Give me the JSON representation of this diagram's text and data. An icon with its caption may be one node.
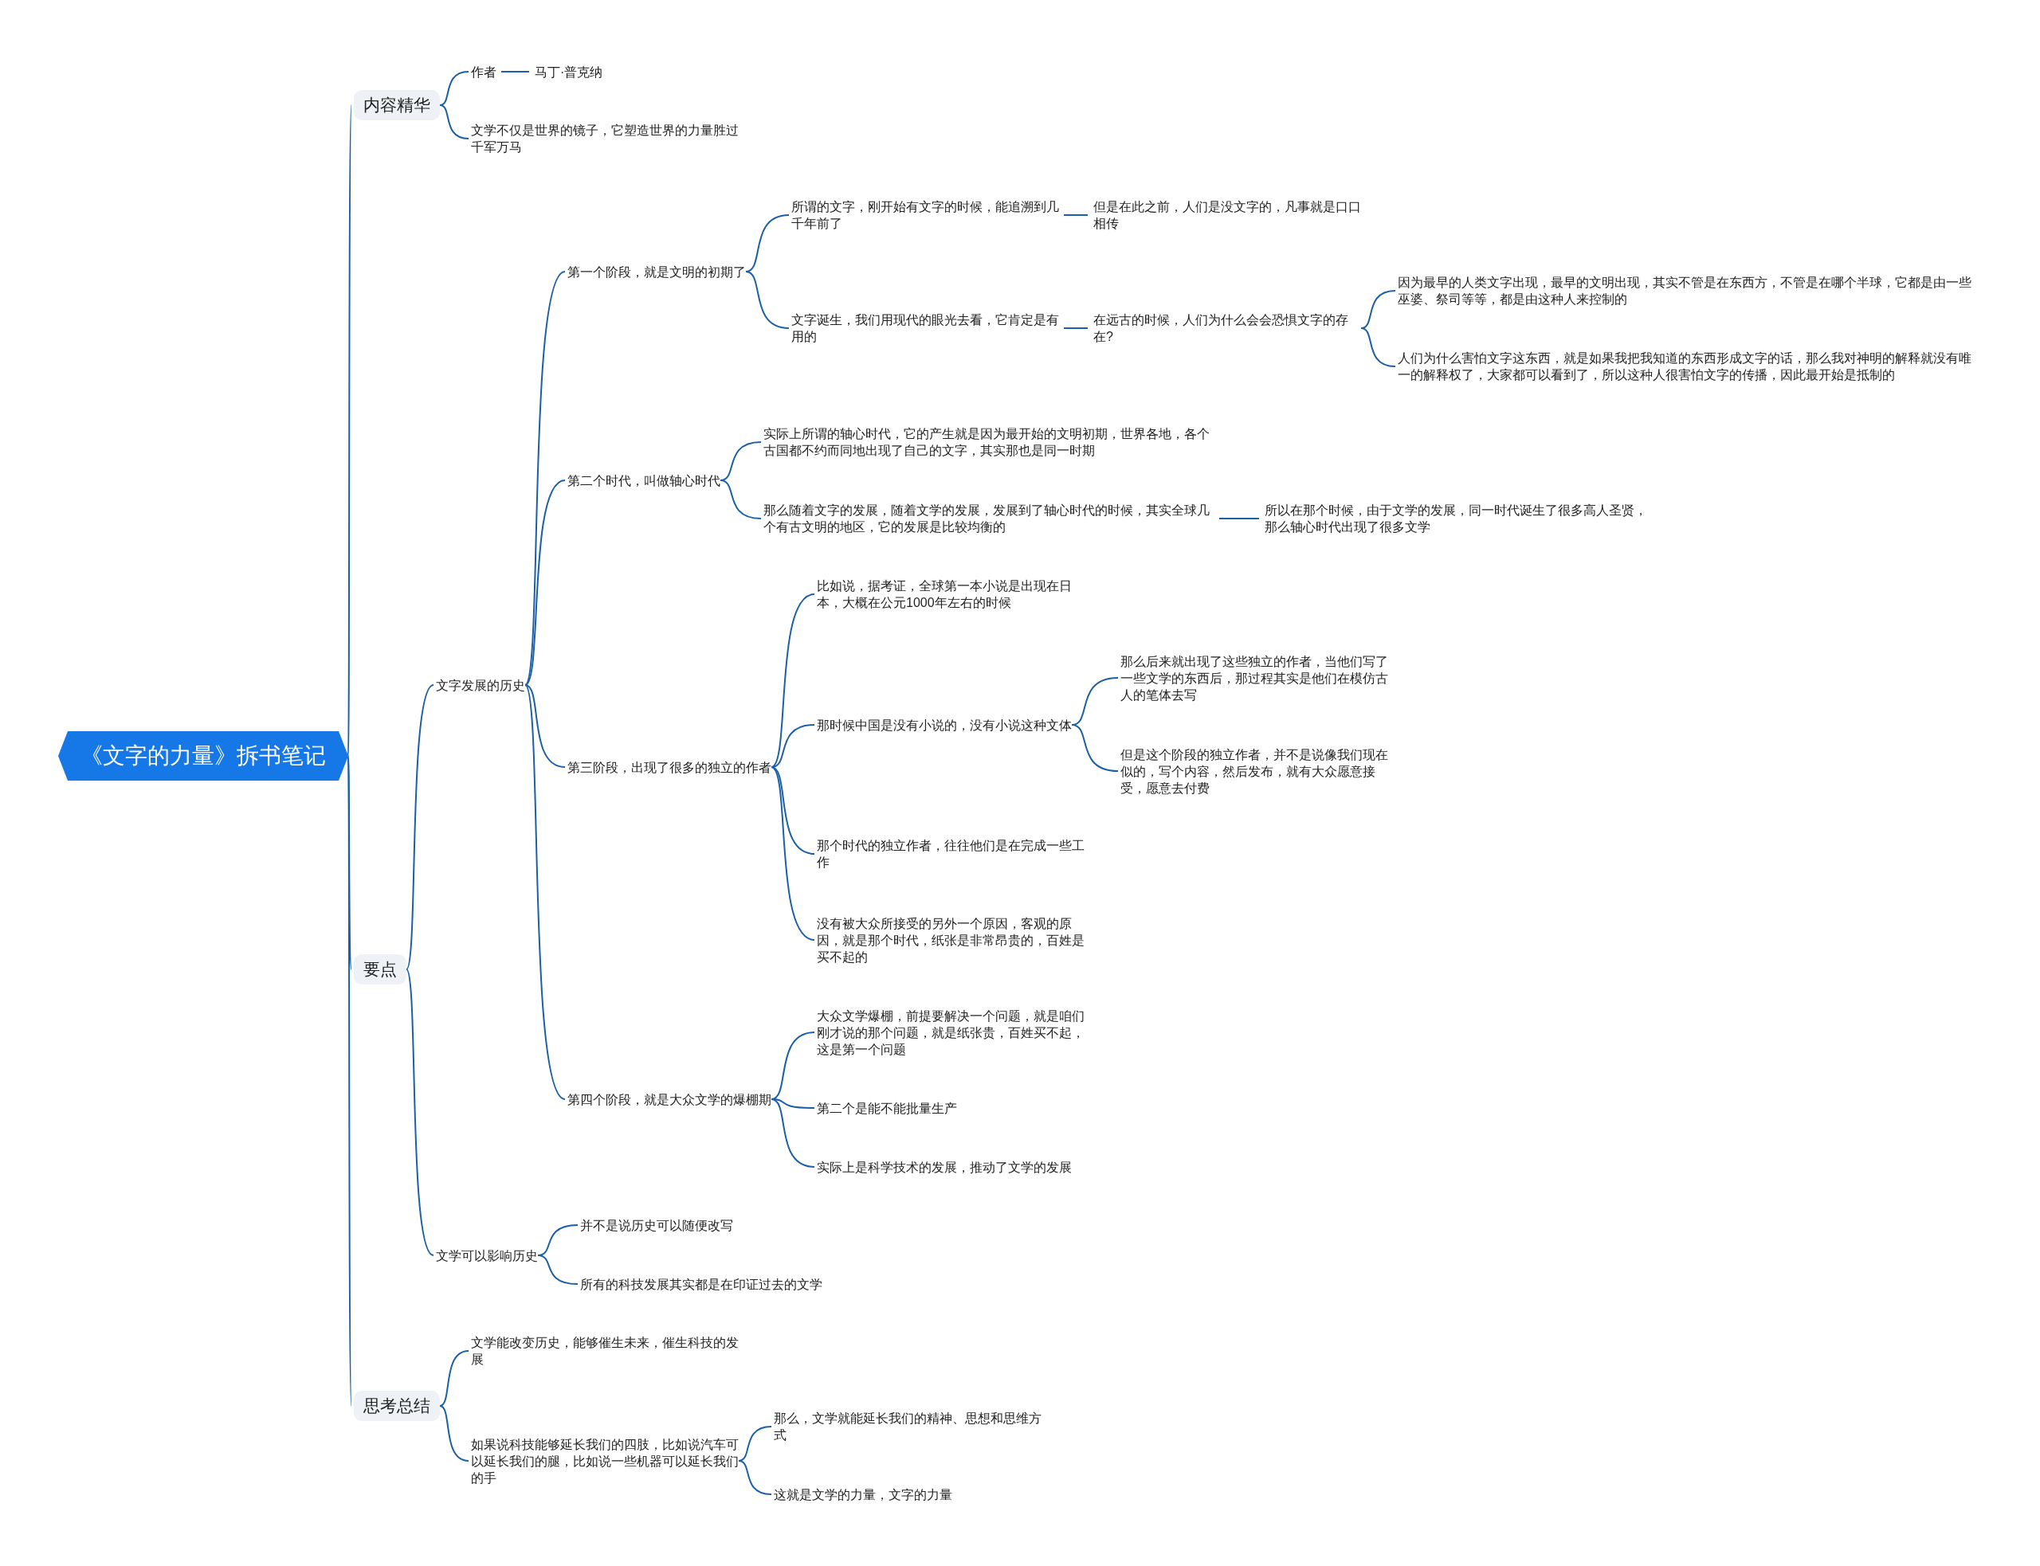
{
  "diagram": {
    "nodes": [
      {
        "text": [
          "《文字的力量》拆书笔记"
        ]
      },
      {
        "text": [
          "内容精华"
        ]
      },
      {
        "text": [
          "作者"
        ]
      },
      {
        "text": [
          "马丁·普克纳"
        ]
      },
      {
        "text": [
          "文学不仅是世界的镜子，它塑造世界的力量胜过千军万马"
        ]
      },
      {
        "text": [
          "要点"
        ]
      },
      {
        "text": [
          "文字发展的历史"
        ]
      },
      {
        "text": [
          "第一个阶段，就是文明的初期了"
        ]
      },
      {
        "text": [
          "所谓的文字，刚开始有文字的时候，能追溯到几千年前了"
        ]
      },
      {
        "text": [
          "但是在此之前，人们是没文字的，凡事就是口口相传"
        ]
      },
      {
        "text": [
          "文字诞生，我们用现代的眼光去看，它肯定是有用的"
        ]
      },
      {
        "text": [
          "在远古的时候，人们为什么会会恐惧文字的存在?"
        ]
      },
      {
        "text": [
          "因为最早的人类文字出现，最早的文明出现，其实不管是在东西方，不管是在哪个半球，它都是由一些巫婆、祭司等等，都是由这种人来控制的"
        ]
      },
      {
        "text": [
          "人们为什么害怕文字这东西，就是如果我把我知道的东西形成文字的话，那么我对神明的解释就没有唯一的解释权了，大家都可以看到了，所以这种人很害怕文字的传播，因此最开始是抵制的"
        ]
      },
      {
        "text": [
          "第二个时代，叫做轴心时代"
        ]
      },
      {
        "text": [
          "实际上所谓的轴心时代，它的产生就是因为最开始的文明初期，世界各地，各个古国都不约而同地出现了自己的文字，其实那也是同一时期"
        ]
      },
      {
        "text": [
          "那么随着文字的发展，随着文学的发展，发展到了轴心时代的时候，其实全球几个有古文明的地区，它的发展是比较均衡的"
        ]
      },
      {
        "text": [
          "所以在那个时候，由于文学的发展，同一时代诞生了很多高人圣贤，那么轴心时代出现了很多文学"
        ]
      },
      {
        "text": [
          "第三阶段，出现了很多的独立的作者"
        ]
      },
      {
        "text": [
          "比如说，据考证，全球第一本小说是出现在日本，大概在公元1000年左右的时候"
        ]
      },
      {
        "text": [
          "那时候中国是没有小说的，没有小说这种文体"
        ]
      },
      {
        "text": [
          "那么后来就出现了这些独立的作者，当他们写了一些文学的东西后，那过程其实是他们在模仿古人的笔体去写"
        ]
      },
      {
        "text": [
          "但是这个阶段的独立作者，并不是说像我们现在似的，写个内容，然后发布，就有大众愿意接受，愿意去付费"
        ]
      },
      {
        "text": [
          "那个时代的独立作者，往往他们是在完成一些工作"
        ]
      },
      {
        "text": [
          "没有被大众所接受的另外一个原因，客观的原因，就是那个时代，纸张是非常昂贵的，百姓是买不起的"
        ]
      },
      {
        "text": [
          "第四个阶段，就是大众文学的爆棚期"
        ]
      },
      {
        "text": [
          "大众文学爆棚，前提要解决一个问题，就是咱们刚才说的那个问题，就是纸张贵，百姓买不起，这是第一个问题"
        ]
      },
      {
        "text": [
          "第二个是能不能批量生产"
        ]
      },
      {
        "text": [
          "实际上是科学技术的发展，推动了文学的发展"
        ]
      },
      {
        "text": [
          "文学可以影响历史"
        ]
      },
      {
        "text": [
          "并不是说历史可以随便改写"
        ]
      },
      {
        "text": [
          "所有的科技发展其实都是在印证过去的文学"
        ]
      },
      {
        "text": [
          "思考总结"
        ]
      },
      {
        "text": [
          "文学能改变历史，能够催生未来，催生科技的发展"
        ]
      },
      {
        "text": [
          "如果说科技能够延长我们的四肢，比如说汽车可以延长我们的腿，比如说一些机器可以延长我们的手"
        ]
      },
      {
        "text": [
          "那么，文学就能延长我们的精神、思想和思维方式"
        ]
      },
      {
        "text": [
          "这就是文学的力量，文字的力量"
        ]
      }
    ],
    "edges": [
      {
        "from": 0,
        "to": 1,
        "arrow": "none"
      },
      {
        "from": 1,
        "to": 2,
        "arrow": "none"
      },
      {
        "from": 2,
        "to": 3,
        "arrow": "none"
      },
      {
        "from": 1,
        "to": 4,
        "arrow": "none"
      },
      {
        "from": 0,
        "to": 5,
        "arrow": "none"
      },
      {
        "from": 5,
        "to": 6,
        "arrow": "none"
      },
      {
        "from": 6,
        "to": 7,
        "arrow": "none"
      },
      {
        "from": 7,
        "to": 8,
        "arrow": "none"
      },
      {
        "from": 8,
        "to": 9,
        "arrow": "none"
      },
      {
        "from": 7,
        "to": 10,
        "arrow": "none"
      },
      {
        "from": 10,
        "to": 11,
        "arrow": "none"
      },
      {
        "from": 11,
        "to": 12,
        "arrow": "none"
      },
      {
        "from": 11,
        "to": 13,
        "arrow": "none"
      },
      {
        "from": 6,
        "to": 14,
        "arrow": "none"
      },
      {
        "from": 14,
        "to": 15,
        "arrow": "none"
      },
      {
        "from": 14,
        "to": 16,
        "arrow": "none"
      },
      {
        "from": 16,
        "to": 17,
        "arrow": "none"
      },
      {
        "from": 6,
        "to": 18,
        "arrow": "none"
      },
      {
        "from": 18,
        "to": 19,
        "arrow": "none"
      },
      {
        "from": 18,
        "to": 20,
        "arrow": "none"
      },
      {
        "from": 20,
        "to": 21,
        "arrow": "none"
      },
      {
        "from": 20,
        "to": 22,
        "arrow": "none"
      },
      {
        "from": 18,
        "to": 23,
        "arrow": "none"
      },
      {
        "from": 18,
        "to": 24,
        "arrow": "none"
      },
      {
        "from": 6,
        "to": 25,
        "arrow": "none"
      },
      {
        "from": 25,
        "to": 26,
        "arrow": "none"
      },
      {
        "from": 25,
        "to": 27,
        "arrow": "none"
      },
      {
        "from": 25,
        "to": 28,
        "arrow": "none"
      },
      {
        "from": 5,
        "to": 29,
        "arrow": "none"
      },
      {
        "from": 29,
        "to": 30,
        "arrow": "none"
      },
      {
        "from": 29,
        "to": 31,
        "arrow": "none"
      },
      {
        "from": 0,
        "to": 32,
        "arrow": "none"
      },
      {
        "from": 32,
        "to": 33,
        "arrow": "none"
      },
      {
        "from": 32,
        "to": 34,
        "arrow": "none"
      },
      {
        "from": 34,
        "to": 35,
        "arrow": "none"
      },
      {
        "from": 34,
        "to": 36,
        "arrow": "none"
      }
    ]
  }
}
